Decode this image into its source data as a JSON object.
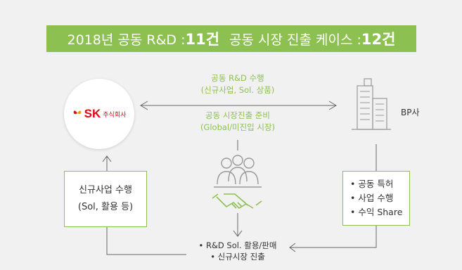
{
  "banner": {
    "part1": "2018년 공동 R&D : ",
    "count1": "11건",
    "part2": "공동 시장 진출 케이스 : ",
    "count2": "12건"
  },
  "center_labels": {
    "rnd_line1": "공동 R&D 수행",
    "rnd_line2": "(신규사업, Sol. 상품)",
    "market_line1": "공동 시장진출 준비",
    "market_line2": "(Global/미진입 시장)"
  },
  "sk": {
    "logo": "SK",
    "sub": "주식회사"
  },
  "bp": {
    "label": "BP사"
  },
  "left_box": {
    "line1": "신규사업 수행",
    "line2": "(Sol, 활용 등)"
  },
  "right_box": {
    "items": [
      "• 공동 특허",
      "• 사업 수행",
      "• 수익 Share"
    ]
  },
  "bottom": {
    "line1": "• R&D Sol. 활용/판매",
    "line2": "• 신규시장 진출"
  },
  "colors": {
    "accent": "#8cc152",
    "sk_red": "#e30613",
    "icon_gray": "#999999"
  },
  "icons": {
    "people": "people-group-icon",
    "handshake": "handshake-icon",
    "building": "building-icon"
  }
}
